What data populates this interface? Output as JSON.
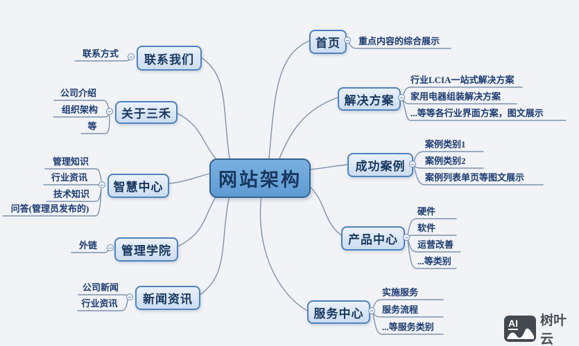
{
  "colors": {
    "background": "#f1f3f7",
    "center_fill": "#6fa8dc",
    "center_border": "#31618f",
    "branch_fill": "#dce7f5",
    "branch_border": "#4f81bd",
    "node_text": "#17375e",
    "leaf_text": "#1b3a70",
    "line": "#7e91ab",
    "watermark": "#44484f"
  },
  "mindmap": {
    "root": {
      "label": "网站架构"
    },
    "right": [
      {
        "label": "首页",
        "children": [
          "重点内容的综合展示"
        ]
      },
      {
        "label": "解决方案",
        "children": [
          "行业LCIA一站式解决方案",
          "家用电器组装解决方案",
          "...等等各行业界面方案，图文展示"
        ]
      },
      {
        "label": "成功案例",
        "children": [
          "案例类别1",
          "案例类别2",
          "案例列表单页等图文展示"
        ]
      },
      {
        "label": "产品中心",
        "children": [
          "硬件",
          "软件",
          "运营改善",
          "...等类别"
        ]
      },
      {
        "label": "服务中心",
        "children": [
          "实施服务",
          "服务流程",
          "...等服务类别"
        ]
      }
    ],
    "left": [
      {
        "label": "联系我们",
        "children": [
          "联系方式"
        ]
      },
      {
        "label": "关于三禾",
        "children": [
          "公司介绍",
          "组织架构",
          "等"
        ]
      },
      {
        "label": "智慧中心",
        "children": [
          "管理知识",
          "行业资讯",
          "技术知识",
          "问答(管理员发布的)"
        ]
      },
      {
        "label": "管理学院",
        "children": [
          "外链"
        ]
      },
      {
        "label": "新闻资讯",
        "children": [
          "公司新闻",
          "行业资讯"
        ]
      }
    ]
  },
  "watermark": {
    "icon_label": "AI",
    "brand": "树叶云"
  }
}
